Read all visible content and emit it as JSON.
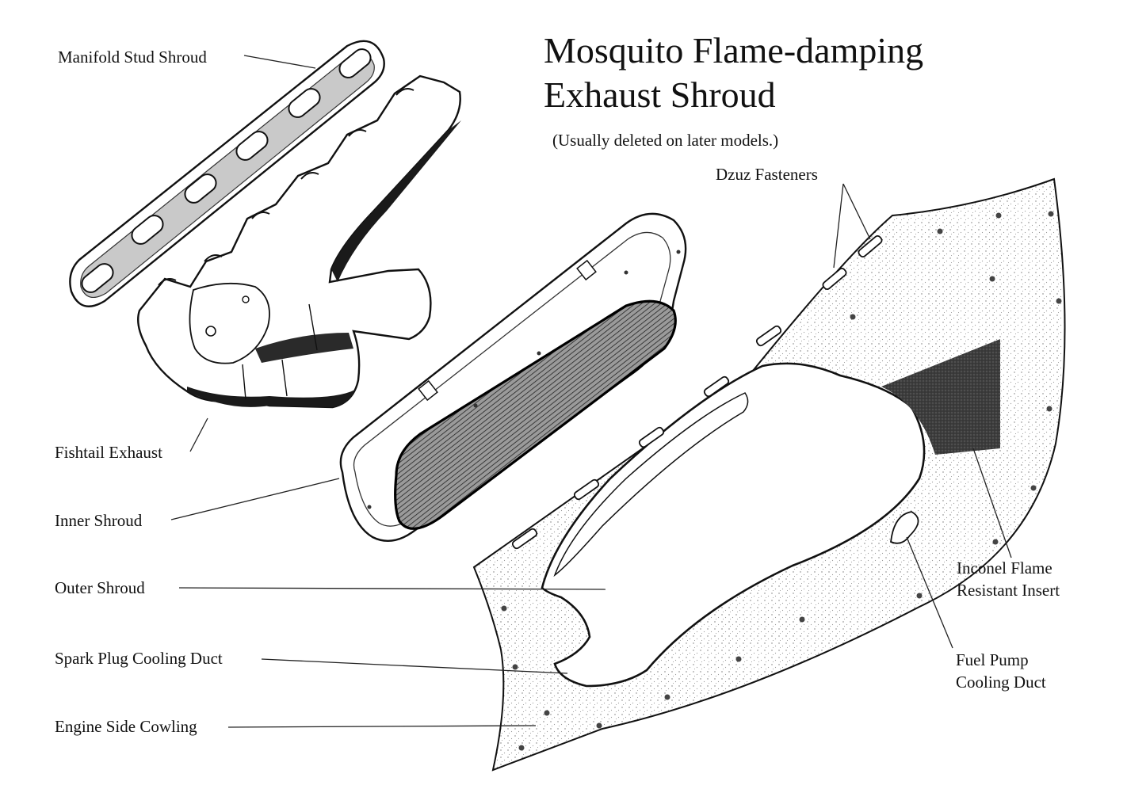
{
  "diagram": {
    "title_line1": "Mosquito Flame-damping",
    "title_line2": "Exhaust Shroud",
    "subtitle": "(Usually deleted on later models.)",
    "labels": {
      "manifold_stud_shroud": "Manifold Stud Shroud",
      "fishtail_exhaust": "Fishtail Exhaust",
      "inner_shroud": "Inner Shroud",
      "outer_shroud": "Outer Shroud",
      "spark_plug_cooling_duct": "Spark Plug Cooling Duct",
      "engine_side_cowling": "Engine Side Cowling",
      "dzuz_fasteners": "Dzuz Fasteners",
      "inconel_line1": "Inconel Flame",
      "inconel_line2": "Resistant Insert",
      "fuel_pump_line1": "Fuel Pump",
      "fuel_pump_line2": "Cooling Duct"
    }
  }
}
